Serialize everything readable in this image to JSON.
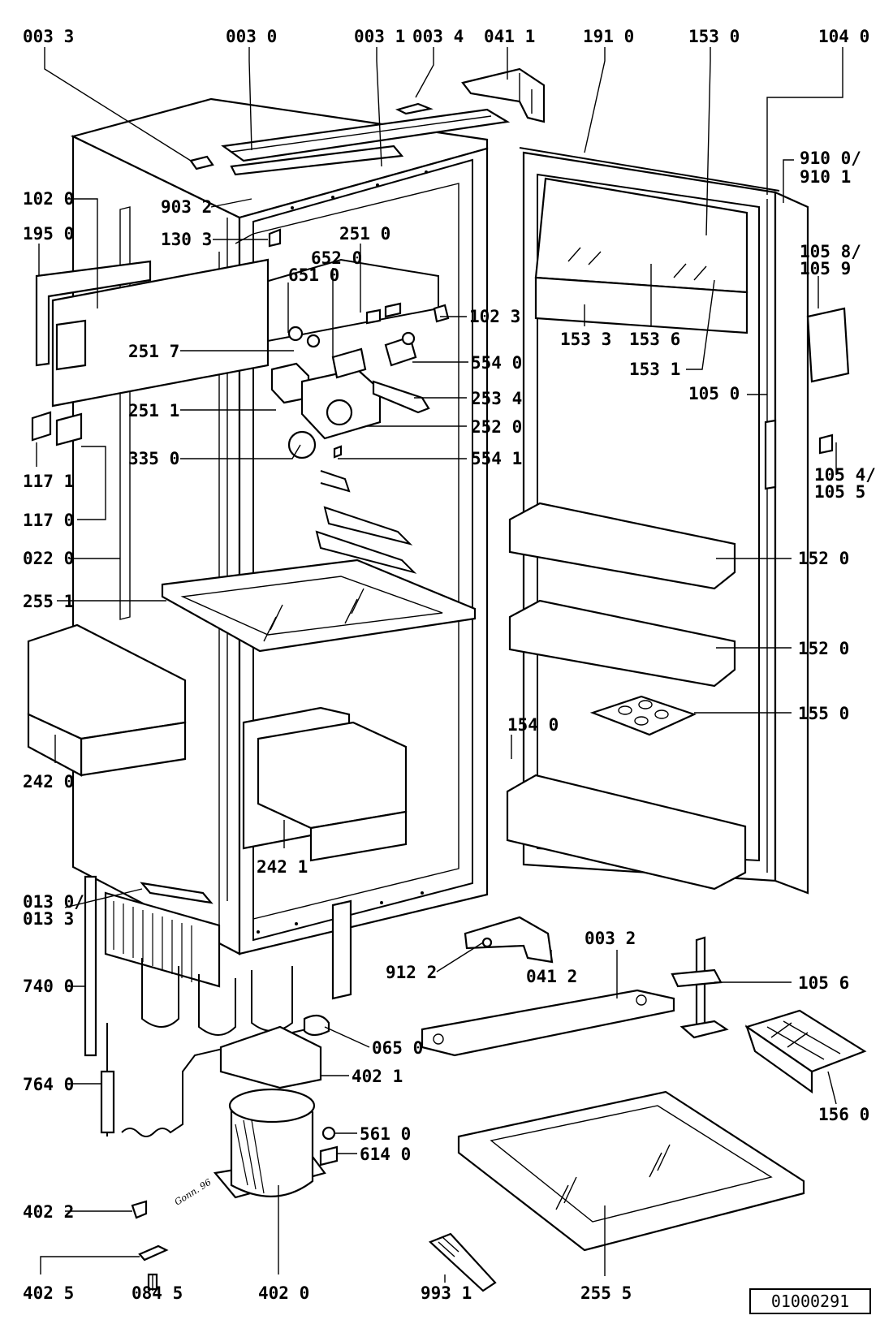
{
  "figure": {
    "document_number": "01000291",
    "signature": "Gonn. 96"
  },
  "labels": {
    "l0033a": "003 3",
    "l0030": "003 0",
    "l0031": "003 1",
    "l0034": "003 4",
    "l0411": "041 1",
    "l1910": "191 0",
    "l1530": "153 0",
    "l1040": "104 0",
    "l9100": "910 0/",
    "l9101": "910 1",
    "l1020": "102 0",
    "l9032": "903 2",
    "l1950": "195 0",
    "l1303": "130 3",
    "l2510": "251 0",
    "l6520": "652 0",
    "l6510": "651 0",
    "l1023": "102 3",
    "l1058": "105 8/",
    "l1059": "105 9",
    "l2517": "251 7",
    "l5540": "554 0",
    "l1533": "153 3",
    "l1536": "153 6",
    "l1531": "153 1",
    "l1050": "105 0",
    "l2511": "251 1",
    "l2534": "253 4",
    "l2520": "252 0",
    "l3350": "335 0",
    "l5541": "554 1",
    "l1171": "117 1",
    "l1054": "105 4/",
    "l1055": "105 5",
    "l1170": "117 0",
    "l0220": "022 0",
    "l1520a": "152 0",
    "l2551": "255 1",
    "l1520b": "152 0",
    "l1550": "155 0",
    "l1540": "154 0",
    "l2420": "242 0",
    "l2421": "242 1",
    "l0130": "013 0/",
    "l0133": "013 3",
    "l9122": "912 2",
    "l0412": "041 2",
    "l0032": "003 2",
    "l7400": "740 0",
    "l1056": "105 6",
    "l0650": "065 0",
    "l4021": "402 1",
    "l7640": "764 0",
    "l5610": "561 0",
    "l1560": "156 0",
    "l6140": "614 0",
    "l4022": "402 2",
    "l4025": "402 5",
    "l0845": "084 5",
    "l4020": "402 0",
    "l9931": "993 1",
    "l2555": "255 5"
  }
}
